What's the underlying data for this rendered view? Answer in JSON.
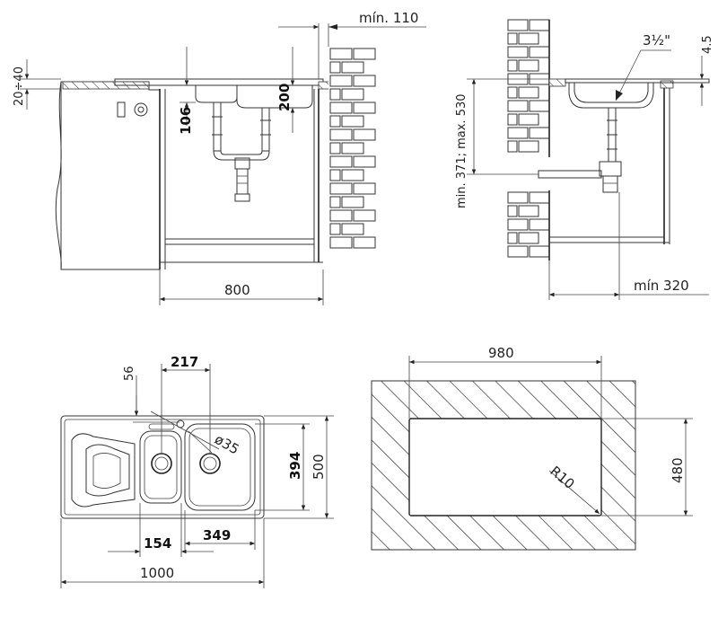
{
  "dimensions": {
    "min_110": "mín. 110",
    "thickness_20_40": "20÷40",
    "d200": "200",
    "d106": "106",
    "d800": "800",
    "d3_5_inch": "3½\"",
    "d4_5": "4.5",
    "min_max_height": "min. 371; max. 530",
    "min_320": "mín 320",
    "d217": "217",
    "d56": "56",
    "d35": "ø35",
    "d394": "394",
    "d500": "500",
    "d154": "154",
    "d349": "349",
    "d1000": "1000",
    "d980": "980",
    "d480": "480",
    "r10": "R10"
  }
}
